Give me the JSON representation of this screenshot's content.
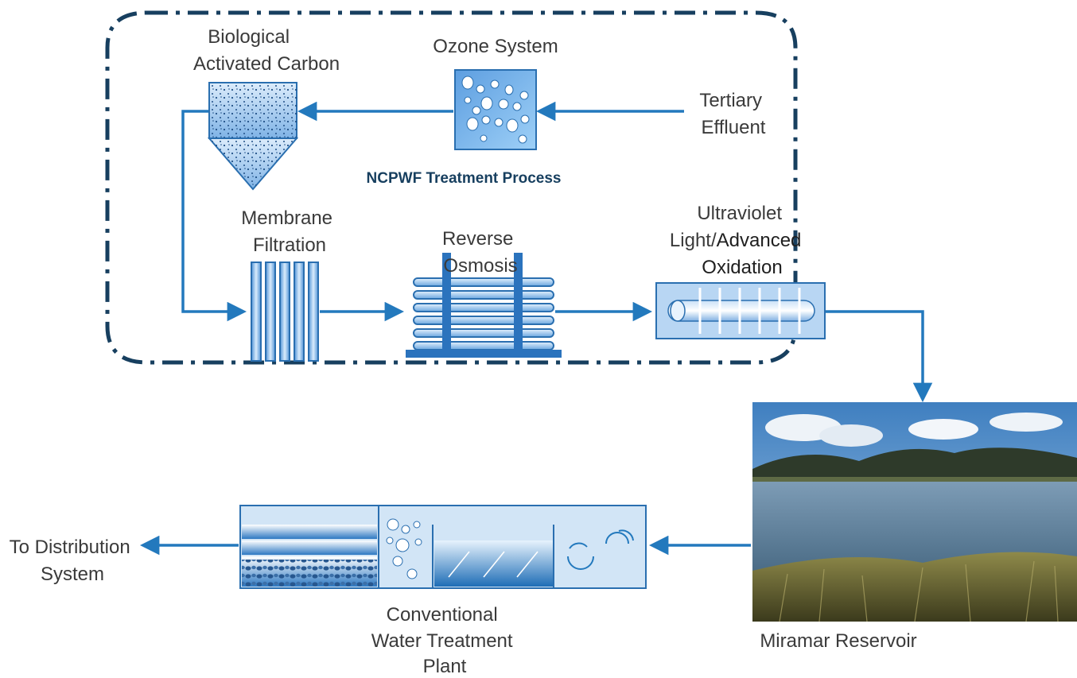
{
  "diagram": {
    "process_title": "NCPWF Treatment Process",
    "labels": {
      "biological_activated_carbon": [
        "Biological",
        "Activated Carbon"
      ],
      "ozone_system": [
        "Ozone System"
      ],
      "tertiary_effluent": [
        "Tertiary",
        "Effluent"
      ],
      "membrane_filtration": [
        "Membrane",
        "Filtration"
      ],
      "reverse_osmosis": [
        "Reverse",
        "Osmosis"
      ],
      "uv_line1": "Ultraviolet",
      "uv_line2_a": "Light/",
      "uv_line2_b": "Advanced",
      "uv_line3": "Oxidation",
      "to_distribution": [
        "To Distribution",
        "System"
      ],
      "conventional_plant": [
        "Conventional",
        "Water Treatment",
        "Plant"
      ],
      "miramar_reservoir": [
        "Miramar Reservoir"
      ]
    },
    "colors": {
      "flow_arrow": "#2379bd",
      "boundary": "#173f5f",
      "equipment_fill": "#9cc7ee",
      "equipment_outline": "#2a6fb0"
    }
  }
}
